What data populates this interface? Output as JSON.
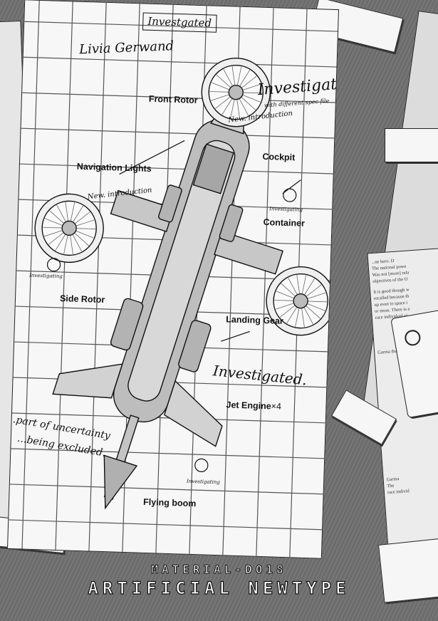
{
  "footer": {
    "material_code": "MATERIAL-D018",
    "title": "ARTIFICIAL NEWTYPE"
  },
  "blueprint": {
    "stamp": "Investgated",
    "signature": "Livia Gerwand",
    "labels": {
      "front_rotor": "Front Rotor",
      "cockpit": "Cockpit",
      "navigation_lights": "Navigation Lights",
      "container": "Container",
      "side_rotor": "Side Rotor",
      "landing_gear": "Landing Gear",
      "jet_engine": "Jet Engine",
      "jet_engine_count": "×4",
      "flying_boom": "Flying boom"
    },
    "handwritten": {
      "investigated_large": "Investigated.",
      "investigated_large_sub": "with different spec file",
      "new_introduction_1": "New. introduction",
      "new_introduction_2": "New. introduction",
      "investigating_1": "Investigating",
      "investigating_2": "Investigating",
      "investigating_3": "Investigating",
      "investigated_mid": "Investigated.",
      "uncertainty_1": "...part of uncertainty",
      "uncertainty_2": "...being excluded."
    }
  },
  "side_document": {
    "lines": [
      "...ne hero. D",
      "The national powe",
      "Was not [more] rela",
      "objectives of the O",
      "It is good though w",
      "recalled because th",
      "up even to space i",
      "or more. There is a",
      "race individual vi"
    ],
    "lines_b": [
      "Garma that",
      "Garma",
      "The",
      "race individ"
    ]
  }
}
